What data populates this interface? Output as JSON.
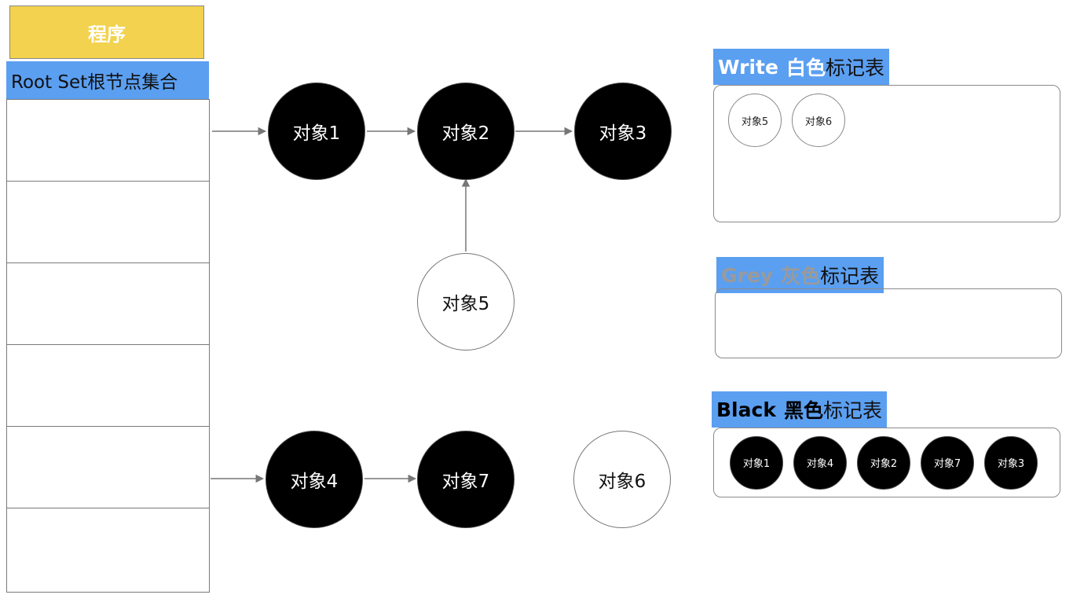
{
  "program": {
    "label": "程序"
  },
  "root_set": {
    "label": "Root Set根节点集合",
    "cell_count": 6
  },
  "objects": {
    "obj1": {
      "label": "对象1",
      "color": "black"
    },
    "obj2": {
      "label": "对象2",
      "color": "black"
    },
    "obj3": {
      "label": "对象3",
      "color": "black"
    },
    "obj4": {
      "label": "对象4",
      "color": "black"
    },
    "obj5": {
      "label": "对象5",
      "color": "white"
    },
    "obj6": {
      "label": "对象6",
      "color": "white"
    },
    "obj7": {
      "label": "对象7",
      "color": "black"
    }
  },
  "edges": [
    {
      "from": "root-cell-1",
      "to": "obj1"
    },
    {
      "from": "obj1",
      "to": "obj2"
    },
    {
      "from": "obj2",
      "to": "obj3"
    },
    {
      "from": "obj5",
      "to": "obj2"
    },
    {
      "from": "root-cell-5",
      "to": "obj4"
    },
    {
      "from": "obj4",
      "to": "obj7"
    }
  ],
  "tables": {
    "white": {
      "title_en": "Write",
      "title_cn": "白色",
      "title_rest": "标记表",
      "title_color": "#ffffff",
      "items": [
        "对象5",
        "对象6"
      ]
    },
    "grey": {
      "title_en": "Grey",
      "title_cn": "灰色",
      "title_rest": "标记表",
      "title_color": "#9a9a9a",
      "items": []
    },
    "black": {
      "title_en": "Black",
      "title_cn": "黑色",
      "title_rest": "标记表",
      "title_color": "#000000",
      "items": [
        "对象1",
        "对象4",
        "对象2",
        "对象7",
        "对象3"
      ]
    }
  },
  "colors": {
    "program_fill": "#f2d24e",
    "header_fill": "#5b9ff1",
    "edge": "#777777"
  }
}
